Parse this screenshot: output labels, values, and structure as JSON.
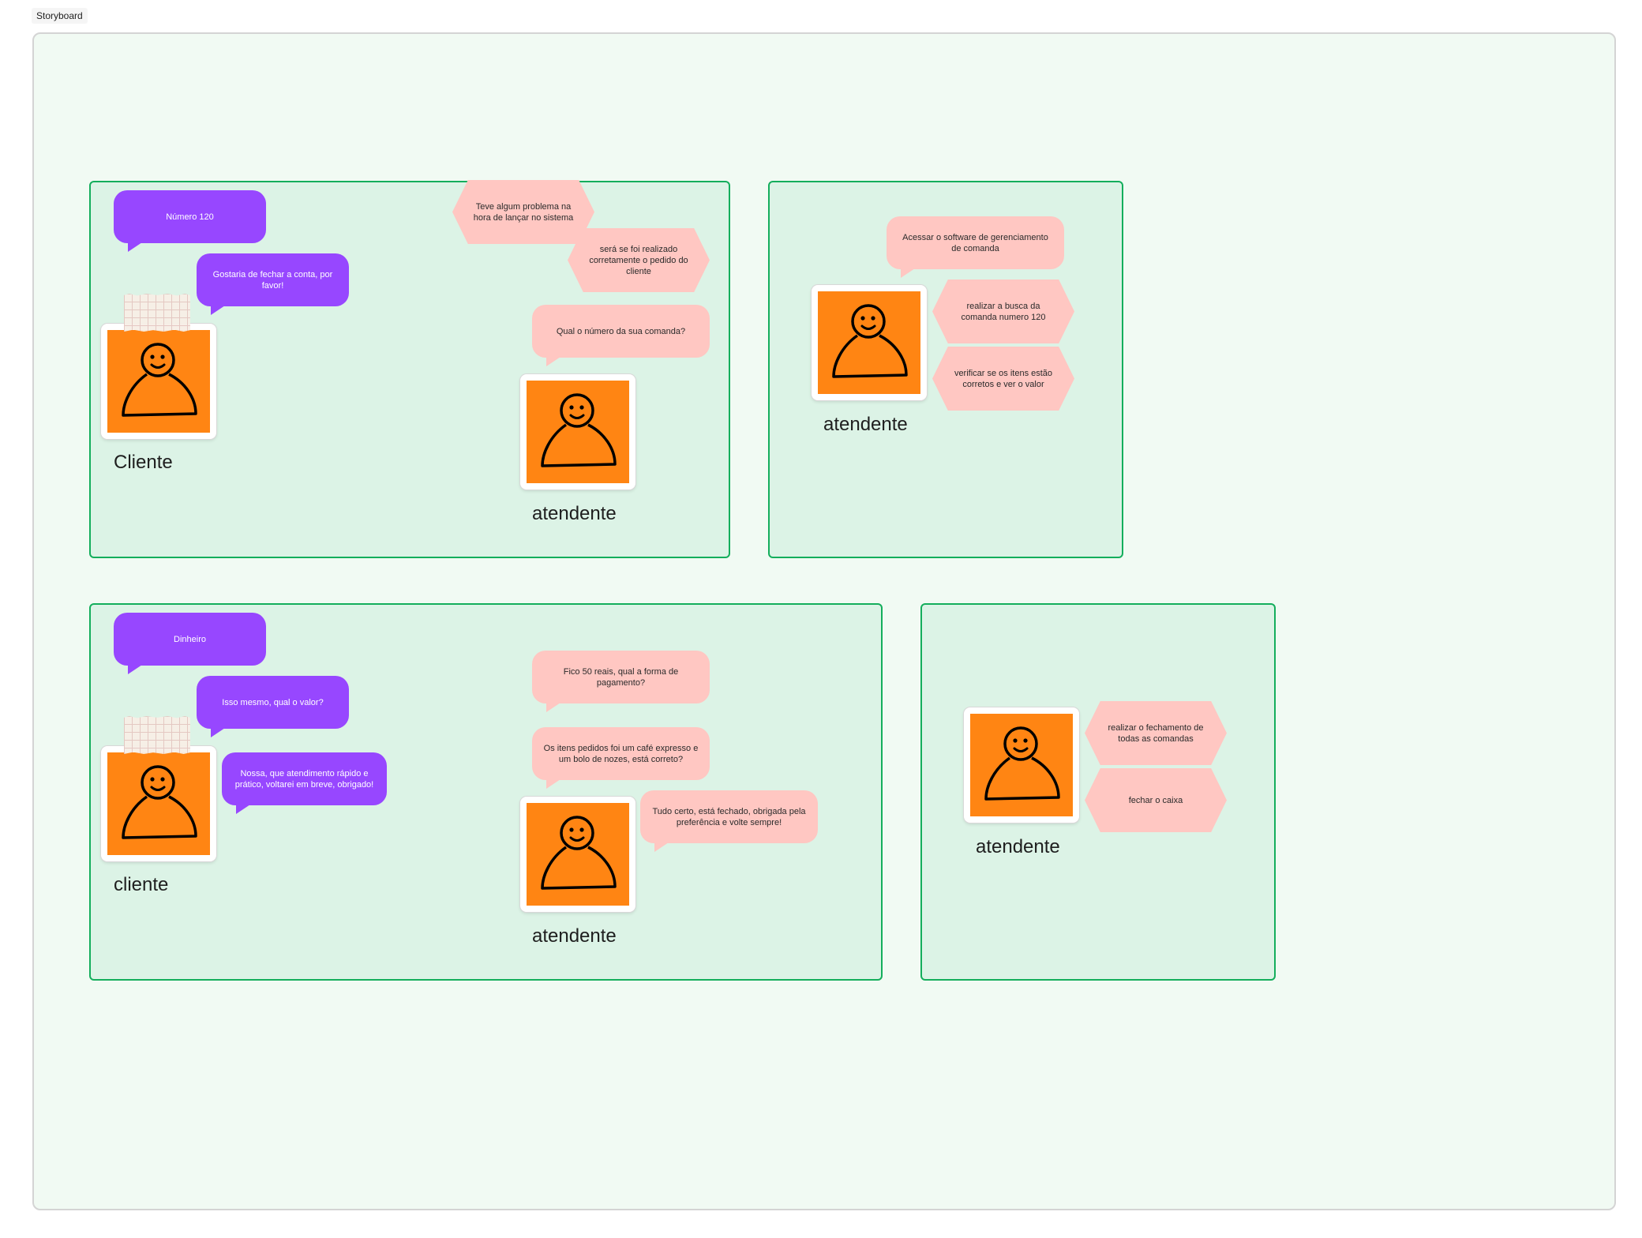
{
  "section": {
    "label": "Storyboard"
  },
  "frames": {
    "f1": {
      "client_bubbles": [
        "Número 120",
        "Gostaria de fechar a conta, por favor!"
      ],
      "attendant_hex": [
        "Teve algum problema na hora de lançar no sistema",
        "será se foi realizado corretamente o pedido do cliente"
      ],
      "attendant_bubbles": [
        "Qual o número da sua comanda?"
      ],
      "client_name": "Cliente",
      "attendant_name": "atendente"
    },
    "f2": {
      "bubbles": [
        "Acessar o software de gerenciamento de comanda"
      ],
      "hex": [
        "realizar a busca da comanda numero 120",
        "verificar se os itens estão corretos e ver o valor"
      ],
      "attendant_name": "atendente"
    },
    "f3": {
      "client_bubbles": [
        "Dinheiro",
        "Isso mesmo, qual o valor?",
        "Nossa, que atendimento rápido e prático, voltarei em breve, obrigado!"
      ],
      "attendant_bubbles": [
        "Fico 50 reais, qual a forma de pagamento?",
        "Os itens pedidos foi um café expresso e um bolo de nozes, está correto?",
        "Tudo certo, está fechado, obrigada pela preferência e volte sempre!"
      ],
      "client_name": "cliente",
      "attendant_name": "atendente"
    },
    "f4": {
      "hex": [
        "realizar o fechamento de todas as comandas",
        "fechar o caixa"
      ],
      "attendant_name": "atendente"
    }
  },
  "colors": {
    "client_bubble": "#9747ff",
    "attendant_note": "#ffc7c2",
    "frame_border": "#14ae5c",
    "frame_fill": "#dcf3e6",
    "avatar_fill": "#ff8513"
  },
  "icons": {
    "avatar": "person-doodle-icon"
  }
}
